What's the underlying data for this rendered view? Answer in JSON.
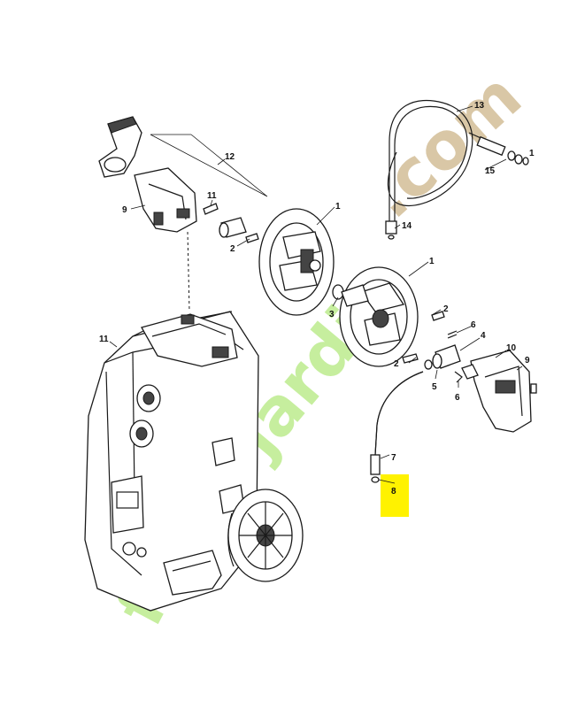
{
  "diagram": {
    "highlight_color": "#fff200",
    "watermark": {
      "text_a": "foret",
      "text_b": "jardin",
      "text_c": ".com",
      "color_green": "#c6ee9e",
      "color_orange": "#f5a623",
      "color_tan": "#d9c7a6"
    },
    "callouts": [
      {
        "id": "c-1a",
        "label": "1"
      },
      {
        "id": "c-1b",
        "label": "1"
      },
      {
        "id": "c-2a",
        "label": "2"
      },
      {
        "id": "c-2b",
        "label": "2"
      },
      {
        "id": "c-2c",
        "label": "2"
      },
      {
        "id": "c-3",
        "label": "3"
      },
      {
        "id": "c-4",
        "label": "4"
      },
      {
        "id": "c-5",
        "label": "5"
      },
      {
        "id": "c-6a",
        "label": "6"
      },
      {
        "id": "c-6b",
        "label": "6"
      },
      {
        "id": "c-7",
        "label": "7"
      },
      {
        "id": "c-8",
        "label": "8"
      },
      {
        "id": "c-9a",
        "label": "9"
      },
      {
        "id": "c-9b",
        "label": "9"
      },
      {
        "id": "c-10",
        "label": "10"
      },
      {
        "id": "c-11a",
        "label": "11"
      },
      {
        "id": "c-11b",
        "label": "11"
      },
      {
        "id": "c-12",
        "label": "12"
      },
      {
        "id": "c-13",
        "label": "13"
      },
      {
        "id": "c-14",
        "label": "14"
      },
      {
        "id": "c-15",
        "label": "15"
      },
      {
        "id": "c-16",
        "label": "1"
      }
    ]
  }
}
